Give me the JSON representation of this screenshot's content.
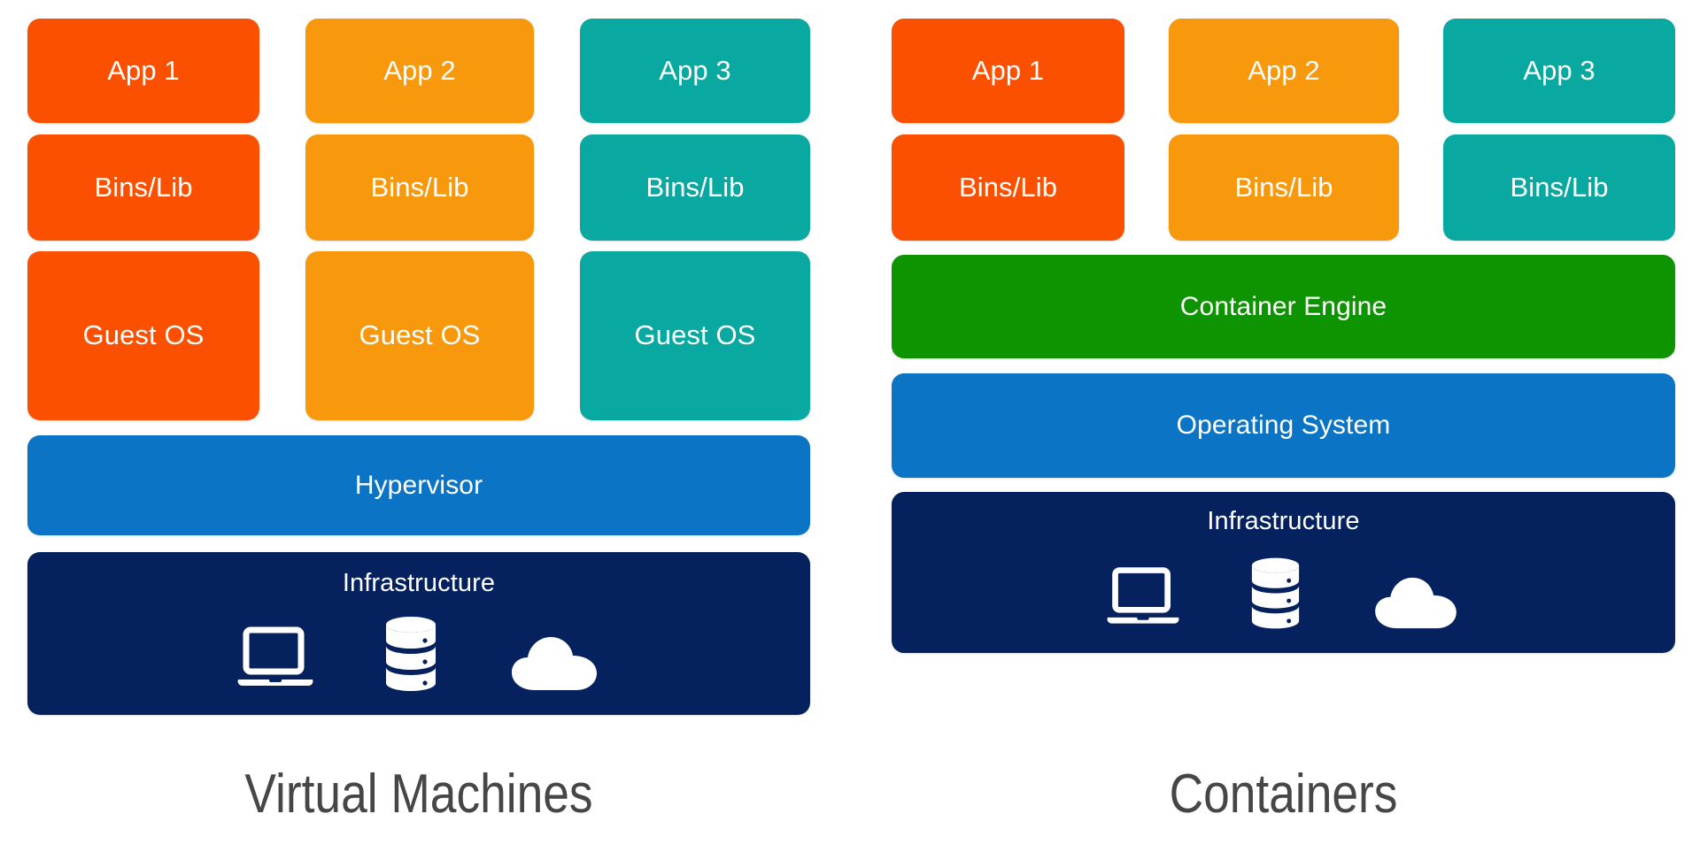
{
  "diagram": {
    "type": "comparison-stack-diagram",
    "background": "#FFFFFF",
    "colors": {
      "app1_orange_red": "#FA5000",
      "app2_orange": "#F7980D",
      "app3_teal": "#09A8A0",
      "hypervisor_blue": "#0B74C4",
      "operating_system_blue": "#0B74C4",
      "container_engine_green": "#0D9400",
      "infrastructure_navy": "#05215E",
      "title_gray": "#464646",
      "box_text": "#FFFFFF"
    },
    "panels": [
      {
        "id": "virtual-machines",
        "title": "Virtual Machines",
        "columns": [
          {
            "id": "col1",
            "color": "#FA5000",
            "cells": [
              "App 1",
              "Bins/Lib",
              "Guest OS"
            ]
          },
          {
            "id": "col2",
            "color": "#F7980D",
            "cells": [
              "App 2",
              "Bins/Lib",
              "Guest OS"
            ]
          },
          {
            "id": "col3",
            "color": "#09A8A0",
            "cells": [
              "App 3",
              "Bins/Lib",
              "Guest OS"
            ]
          }
        ],
        "full_width_layers": [
          {
            "id": "hypervisor",
            "label": "Hypervisor",
            "color": "#0B74C4"
          },
          {
            "id": "infrastructure",
            "label": "Infrastructure",
            "color": "#05215E",
            "icons": [
              "laptop-icon",
              "database-icon",
              "cloud-icon"
            ]
          }
        ]
      },
      {
        "id": "containers",
        "title": "Containers",
        "columns": [
          {
            "id": "col1",
            "color": "#FA5000",
            "cells": [
              "App 1",
              "Bins/Lib"
            ]
          },
          {
            "id": "col2",
            "color": "#F7980D",
            "cells": [
              "App 2",
              "Bins/Lib"
            ]
          },
          {
            "id": "col3",
            "color": "#09A8A0",
            "cells": [
              "App 3",
              "Bins/Lib"
            ]
          }
        ],
        "full_width_layers": [
          {
            "id": "container-engine",
            "label": "Container Engine",
            "color": "#0D9400"
          },
          {
            "id": "operating-system",
            "label": "Operating System",
            "color": "#0B74C4"
          },
          {
            "id": "infrastructure",
            "label": "Infrastructure",
            "color": "#05215E",
            "icons": [
              "laptop-icon",
              "database-icon",
              "cloud-icon"
            ]
          }
        ]
      }
    ]
  },
  "vm": {
    "title": "Virtual Machines",
    "app1": "App 1",
    "app2": "App 2",
    "app3": "App 3",
    "bins1": "Bins/Lib",
    "bins2": "Bins/Lib",
    "bins3": "Bins/Lib",
    "guest1": "Guest OS",
    "guest2": "Guest OS",
    "guest3": "Guest OS",
    "hypervisor": "Hypervisor",
    "infrastructure": "Infrastructure"
  },
  "containers": {
    "title": "Containers",
    "app1": "App 1",
    "app2": "App 2",
    "app3": "App 3",
    "bins1": "Bins/Lib",
    "bins2": "Bins/Lib",
    "bins3": "Bins/Lib",
    "container_engine": "Container Engine",
    "operating_system": "Operating System",
    "infrastructure": "Infrastructure"
  }
}
